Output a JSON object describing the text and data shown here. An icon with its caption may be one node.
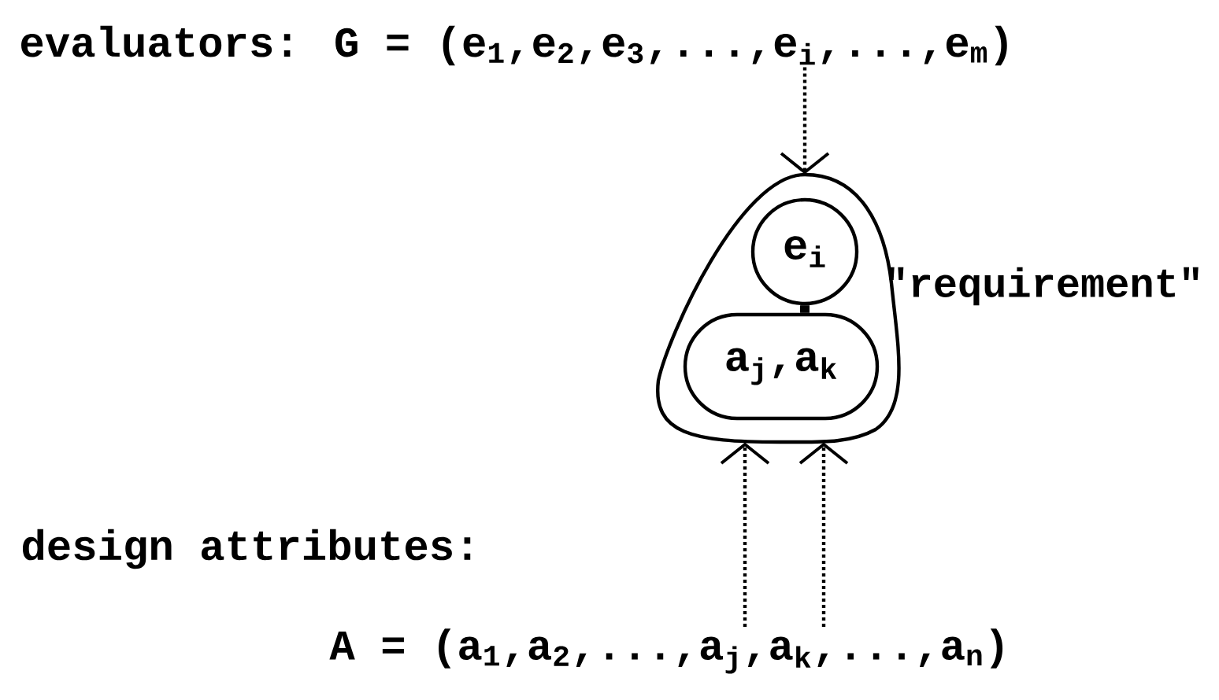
{
  "diagram": {
    "nodes": [
      {
        "text": [
          "evaluators: G = (e$_{1}$,e$_{2}$,e$_{3}$,...,e$_{i}$,...,e$_{m}$)"
        ]
      },
      {
        "text": [],
        "shape": "loop",
        "beside": [
          "\"requirement\""
        ]
      },
      {
        "text": [
          "e$_{i}$"
        ],
        "in": 1
      },
      {
        "text": [
          "a$_{j}$,a$_{k}$"
        ],
        "in": 1
      },
      {
        "text": [
          "A = (a$_{1}$,a$_{2}$,...,a$_{j}$,a$_{k}$,...,a$_{n}$)"
        ]
      }
    ],
    "edges": [
      {
        "from": 0,
        "to": 1,
        "arrow": "to",
        "style": "dashed"
      },
      {
        "from": 2,
        "to": 3,
        "arrow": "none",
        "style": "thick"
      },
      {
        "from": 4,
        "to": 1,
        "arrow": "to",
        "style": "dashed"
      },
      {
        "from": 4,
        "to": 1,
        "arrow": "to",
        "style": "dashed"
      }
    ],
    "labels": [
      "design attributes:"
    ]
  }
}
